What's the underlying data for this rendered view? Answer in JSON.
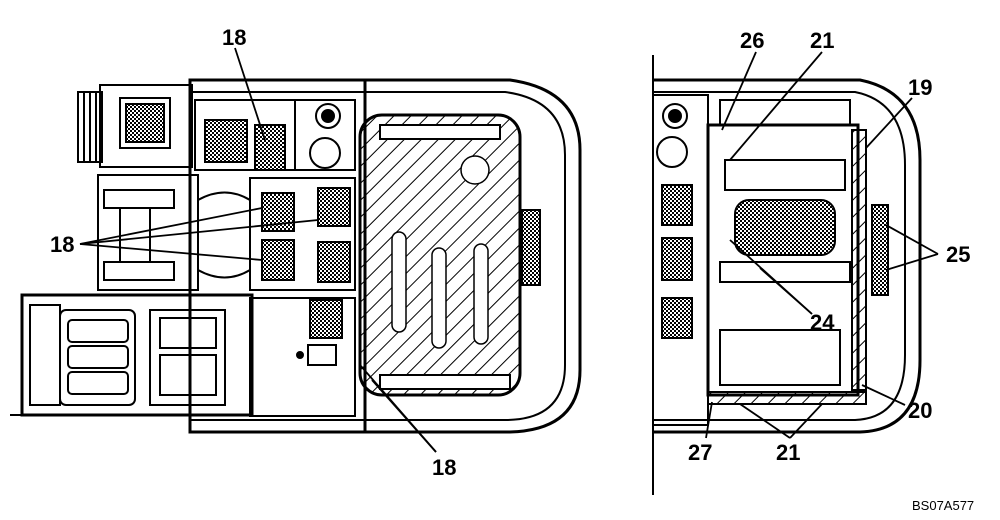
{
  "diagram": {
    "reference_code": "BS07A577",
    "callouts": {
      "c18_top": "18",
      "c18_left": "18",
      "c18_bottom": "18",
      "c19": "19",
      "c20": "20",
      "c21_top": "21",
      "c21_bottom": "21",
      "c24": "24",
      "c25": "25",
      "c26": "26",
      "c27": "27"
    }
  }
}
